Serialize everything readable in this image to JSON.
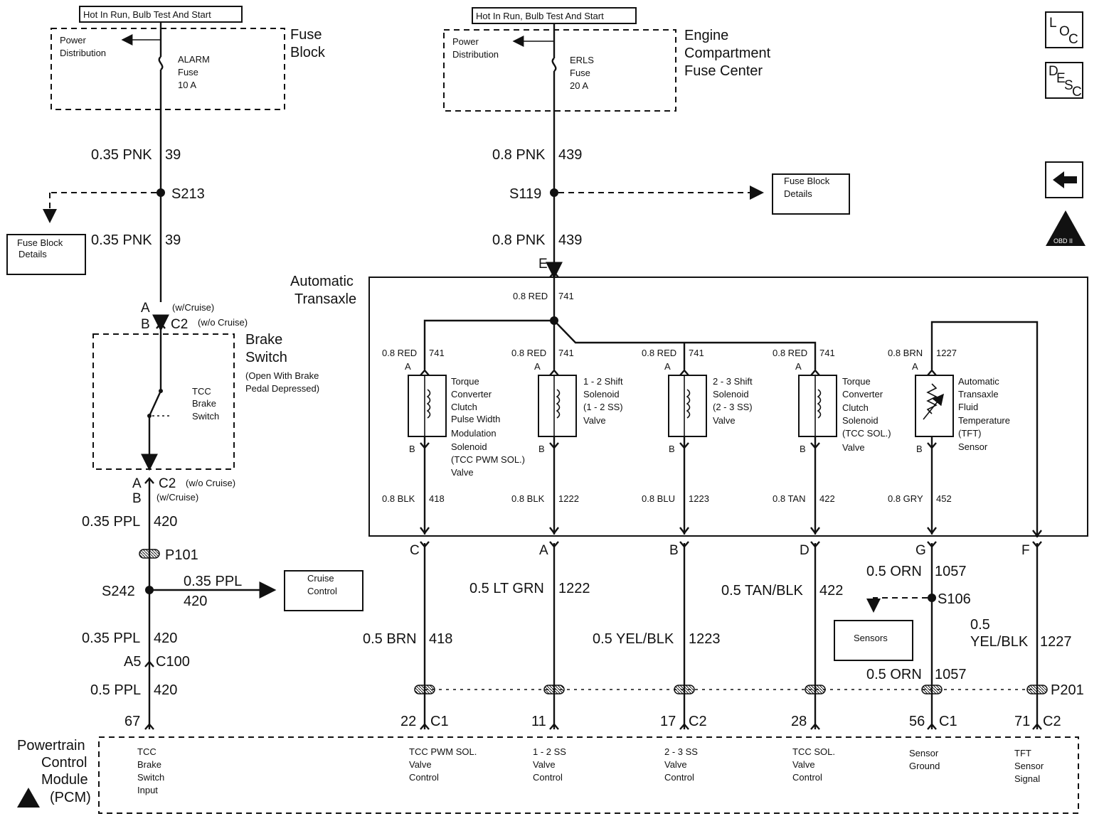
{
  "top_labels": {
    "hot_left": "Hot In Run, Bulb Test And Start",
    "hot_right": "Hot In Run, Bulb Test And Start"
  },
  "fuse_block": {
    "title_l1": "Fuse",
    "title_l2": "Block",
    "pd_l1": "Power",
    "pd_l2": "Distribution",
    "fuse_name": "ALARM",
    "fuse_word": "Fuse",
    "fuse_rating": "10 A"
  },
  "ecfc": {
    "title_l1": "Engine",
    "title_l2": "Compartment",
    "title_l3": "Fuse Center",
    "pd_l1": "Power",
    "pd_l2": "Distribution",
    "fuse_name": "ERLS",
    "fuse_word": "Fuse",
    "fuse_rating": "20 A"
  },
  "nav": {
    "loc_l": "L",
    "loc_o": "O",
    "loc_c": "C",
    "desc_d": "D",
    "desc_e": "E",
    "desc_s": "S",
    "desc_c": "C",
    "obd": "OBD II"
  },
  "left_circuit": {
    "w1": "0.35 PNK",
    "c1": "39",
    "s213": "S213",
    "fbd_l1": "Fuse Block",
    "fbd_l2": "Details",
    "w2": "0.35 PNK",
    "c2": "39",
    "pin_a": "A",
    "pin_b": "B",
    "wcruise": "(w/Cruise)",
    "c2_label": "C2",
    "wocruise": "(w/o Cruise)",
    "bs_l1": "Brake",
    "bs_l2": "Switch",
    "bs_l3": "(Open With Brake",
    "bs_l4": "Pedal Depressed)",
    "tcc_l1": "TCC",
    "tcc_l2": "Brake",
    "tcc_l3": "Switch",
    "pin_a2": "A",
    "c2_label2": "C2",
    "wocruise2": "(w/o Cruise)",
    "pin_b2": "B",
    "wcruise2": "(w/Cruise)",
    "w3": "0.35 PPL",
    "c3": "420",
    "p101": "P101",
    "s242": "S242",
    "branch_wire": "0.35 PPL",
    "branch_circ": "420",
    "cruise_l1": "Cruise",
    "cruise_l2": "Control",
    "w4": "0.35 PPL",
    "c4": "420",
    "a5": "A5",
    "c100": "C100",
    "w5": "0.5 PPL",
    "c5": "420",
    "pin67": "67"
  },
  "right_top": {
    "w1": "0.8 PNK",
    "c1": "439",
    "s119": "S119",
    "fbd_l1": "Fuse Block",
    "fbd_l2": "Details",
    "w2": "0.8 PNK",
    "c2": "439",
    "pin_e": "E"
  },
  "transaxle": {
    "title_l1": "Automatic",
    "title_l2": "Transaxle",
    "feed_wire": "0.8 RED",
    "feed_circ": "741"
  },
  "solenoids": [
    {
      "tw": "0.8 RED",
      "tc": "741",
      "pa": "A",
      "pb": "B",
      "l1": "Torque",
      "l2": "Converter",
      "l3": "Clutch",
      "l4": "Pulse Width",
      "l5": "Modulation",
      "l6": "Solenoid",
      "l7": "(TCC PWM SOL.)",
      "l8": "Valve",
      "bw": "0.8 BLK",
      "bc": "418",
      "conn": "C",
      "ow": "0.5 BRN",
      "oc": "418",
      "pin": "22",
      "pconn": "C1",
      "p1": "TCC PWM SOL.",
      "p2": "Valve",
      "p3": "Control"
    },
    {
      "tw": "0.8 RED",
      "tc": "741",
      "pa": "A",
      "pb": "B",
      "l1": "1 - 2 Shift",
      "l2": "Solenoid",
      "l3": "(1 - 2 SS)",
      "l4": "Valve",
      "bw": "0.8 BLK",
      "bc": "1222",
      "conn": "A",
      "ow": "0.5 LT GRN",
      "oc": "1222",
      "pin": "11",
      "pconn": "",
      "p1": "1 - 2 SS",
      "p2": "Valve",
      "p3": "Control"
    },
    {
      "tw": "0.8 RED",
      "tc": "741",
      "pa": "A",
      "pb": "B",
      "l1": "2 - 3 Shift",
      "l2": "Solenoid",
      "l3": "(2 - 3 SS)",
      "l4": "Valve",
      "bw": "0.8 BLU",
      "bc": "1223",
      "conn": "B",
      "ow": "0.5 YEL/BLK",
      "oc": "1223",
      "pin": "17",
      "pconn": "C2",
      "p1": "2 - 3 SS",
      "p2": "Valve",
      "p3": "Control"
    },
    {
      "tw": "0.8 RED",
      "tc": "741",
      "pa": "A",
      "pb": "B",
      "l1": "Torque",
      "l2": "Converter",
      "l3": "Clutch",
      "l4": "Solenoid",
      "l5": "(TCC SOL.)",
      "l6": "Valve",
      "bw": "0.8 TAN",
      "bc": "422",
      "conn": "D",
      "ow": "0.5 TAN/BLK",
      "oc": "422",
      "pin": "28",
      "pconn": "",
      "p1": "TCC SOL.",
      "p2": "Valve",
      "p3": "Control"
    },
    {
      "tw": "0.8 BRN",
      "tc": "1227",
      "pa": "A",
      "pb": "B",
      "l1": "Automatic",
      "l2": "Transaxle",
      "l3": "Fluid",
      "l4": "Temperature",
      "l5": "(TFT)",
      "l6": "Sensor",
      "bw": "0.8 GRY",
      "bc": "452",
      "conn": "G",
      "ow": "0.5 ORN",
      "oc": "1057",
      "pin": "56",
      "pconn": "C1",
      "p1": "Sensor",
      "p2": "Ground",
      "p3": ""
    }
  ],
  "tft_signal": {
    "conn": "F",
    "w_l1": "0.5",
    "w_l2": "YEL/BLK",
    "circ": "1227",
    "pin": "71",
    "pconn": "C2",
    "p1": "TFT",
    "p2": "Sensor",
    "p3": "Signal",
    "p201": "P201"
  },
  "sensor_ground": {
    "s106": "S106",
    "sensors": "Sensors",
    "w2": "0.5 ORN",
    "c2": "1057"
  },
  "pcm": {
    "l1": "Powertrain",
    "l2": "Control",
    "l3": "Module",
    "l4": "(PCM)",
    "tcc1": "TCC",
    "tcc2": "Brake",
    "tcc3": "Switch",
    "tcc4": "Input"
  }
}
